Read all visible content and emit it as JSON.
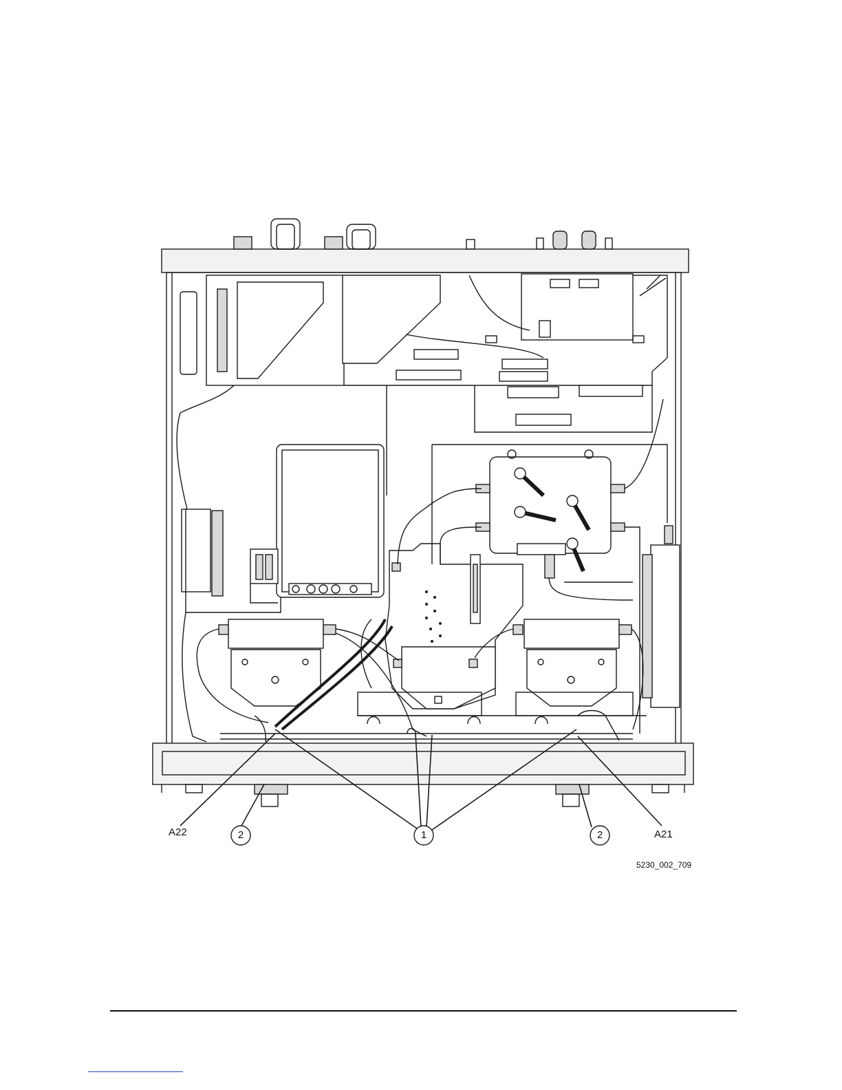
{
  "figure": {
    "callouts": {
      "a22": "A22",
      "a21": "A21",
      "item1": "1",
      "item2_left": "2",
      "item2_right": "2"
    },
    "figure_id": "5230_002_709"
  },
  "colors": {
    "line": "#1a1a1a",
    "fill": "#ffffff",
    "shade": "#d9d9d9",
    "link": "#2a3fbf"
  }
}
